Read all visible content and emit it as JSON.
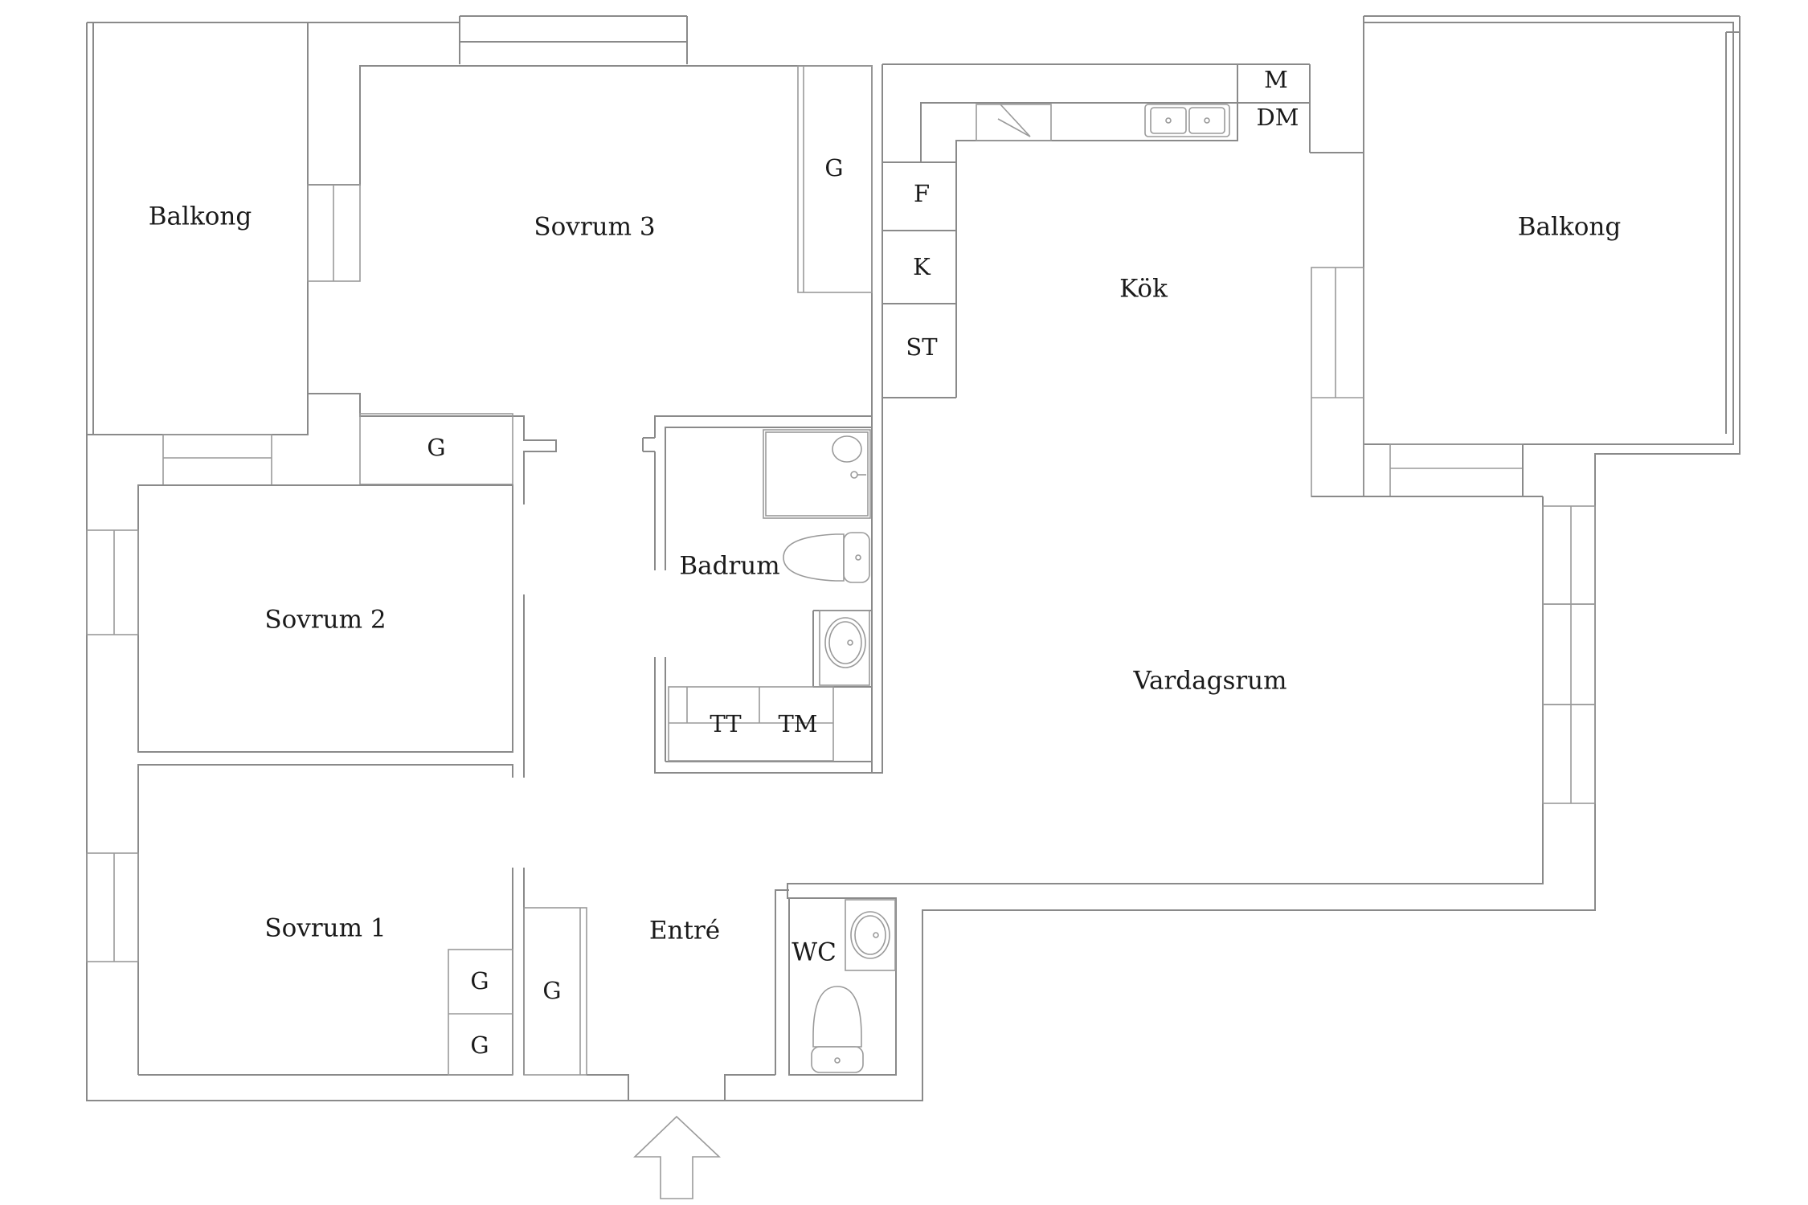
{
  "rooms": {
    "balkong_left": "Balkong",
    "sovrum3": "Sovrum 3",
    "sovrum2": "Sovrum 2",
    "sovrum1": "Sovrum 1",
    "badrum": "Badrum",
    "entre": "Entré",
    "wc": "WC",
    "kok": "Kök",
    "vardagsrum": "Vardagsrum",
    "balkong_right": "Balkong"
  },
  "fixtures": {
    "g_sovrum3": "G",
    "g_hall": "G",
    "g_sovrum1_top": "G",
    "g_sovrum1_bottom": "G",
    "g_entre": "G",
    "tt": "TT",
    "tm": "TM",
    "f": "F",
    "k": "K",
    "st": "ST",
    "m": "M",
    "dm": "DM"
  },
  "icons": [
    "entrance-arrow-icon",
    "sink-icon",
    "toilet-icon",
    "shower-icon",
    "stove-icon",
    "kitchen-sink-icon"
  ]
}
